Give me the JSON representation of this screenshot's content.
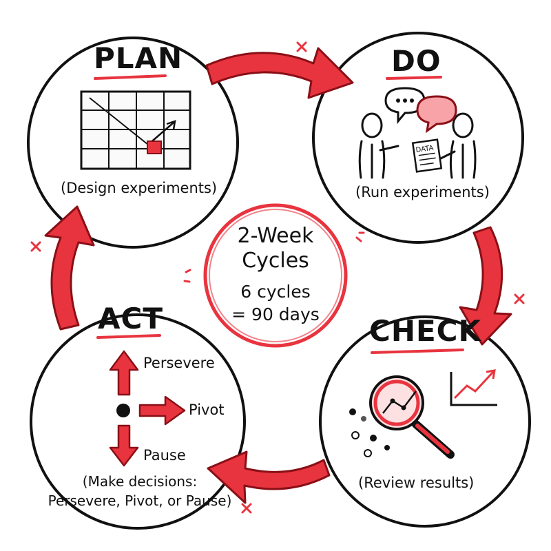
{
  "colors": {
    "accent": "#e8343f",
    "accent_light": "#f7a3a8",
    "ink": "#111111"
  },
  "stages": {
    "plan": {
      "title": "PLAN",
      "description": "(Design experiments)",
      "icon": "grid-chart-icon"
    },
    "do": {
      "title": "DO",
      "description": "(Run experiments)",
      "icon": "people-talking-icon",
      "icon_text": "DATA"
    },
    "check": {
      "title": "CHECK",
      "description": "(Review results)",
      "icon": "magnifier-chart-icon"
    },
    "act": {
      "title": "ACT",
      "options": [
        "Persevere",
        "Pivot",
        "Pause"
      ],
      "description_line1": "(Make decisions:",
      "description_line2": "Persevere, Pivot, or Pause)"
    }
  },
  "center": {
    "line1": "2-Week",
    "line2": "Cycles",
    "line3": "6 cycles",
    "line4": "= 90 days"
  }
}
